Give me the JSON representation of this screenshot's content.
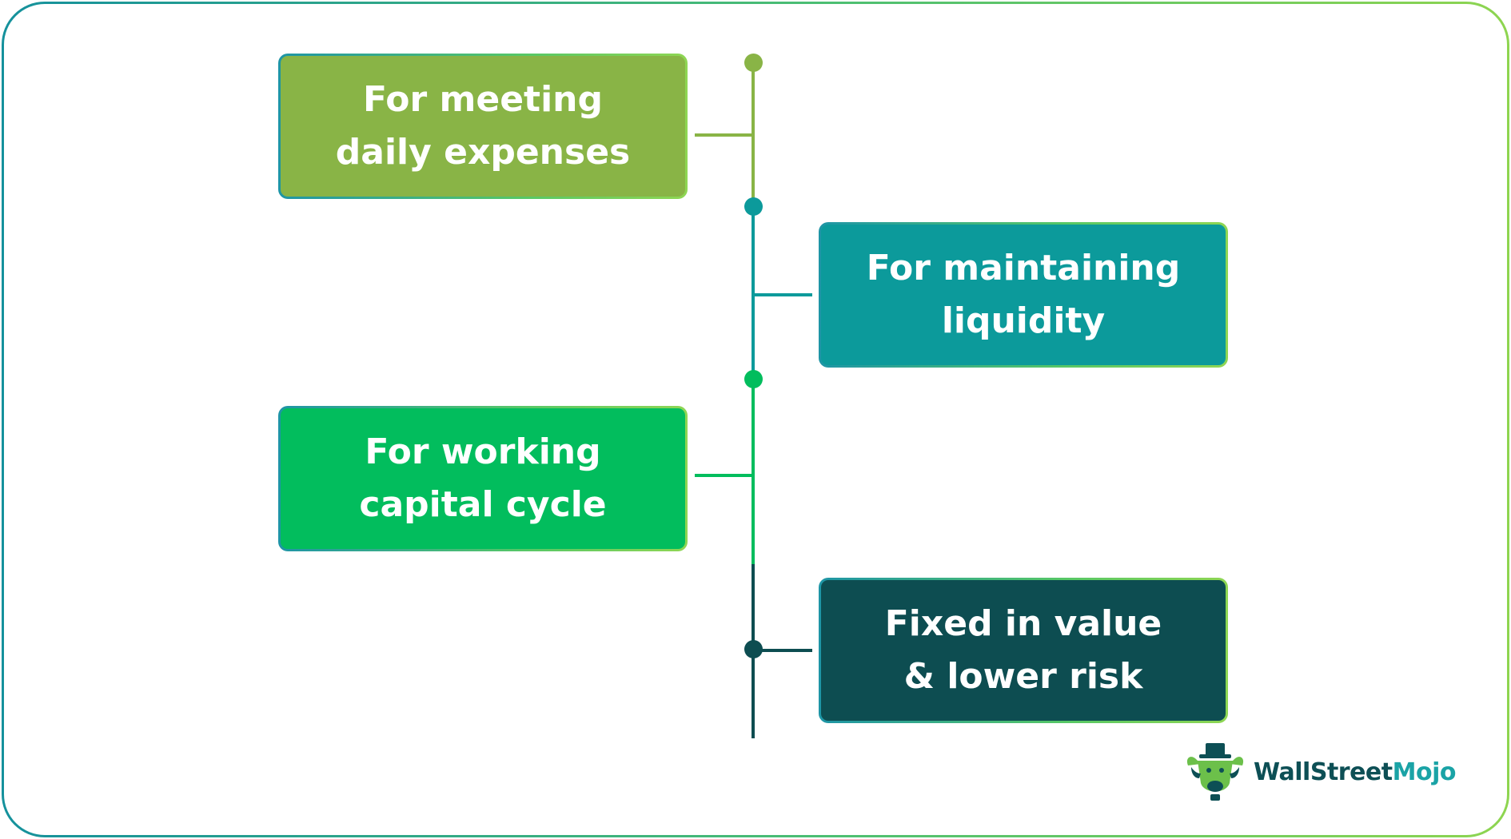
{
  "items": [
    {
      "text": "For meeting\ndaily expenses",
      "color": "#89b446"
    },
    {
      "text": "For maintaining\nliquidity",
      "color": "#0c9a9b"
    },
    {
      "text": "For working\ncapital cycle",
      "color": "#02bd5d"
    },
    {
      "text": "Fixed in value\n& lower risk",
      "color": "#0d4d51"
    }
  ],
  "brand": {
    "name_part1": "WallStreet",
    "name_part2": "Mojo",
    "icon": "bull-mascot-icon"
  }
}
